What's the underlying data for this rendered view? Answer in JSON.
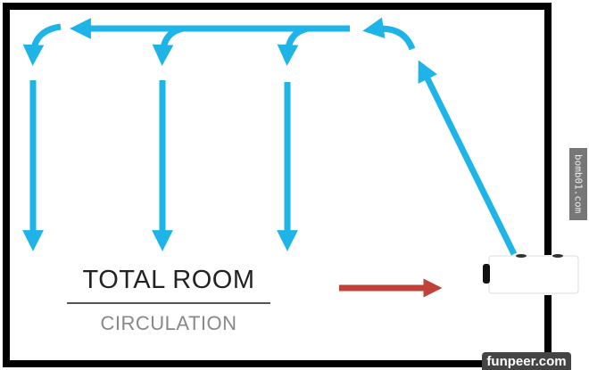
{
  "labels": {
    "title": "TOTAL ROOM",
    "subtitle": "CIRCULATION"
  },
  "watermarks": {
    "side": "bomb01.com",
    "bottom": "funpeer.com"
  },
  "colors": {
    "airflow": "#1eb4e8",
    "inflow": "#c0413a",
    "wall": "#000000"
  }
}
